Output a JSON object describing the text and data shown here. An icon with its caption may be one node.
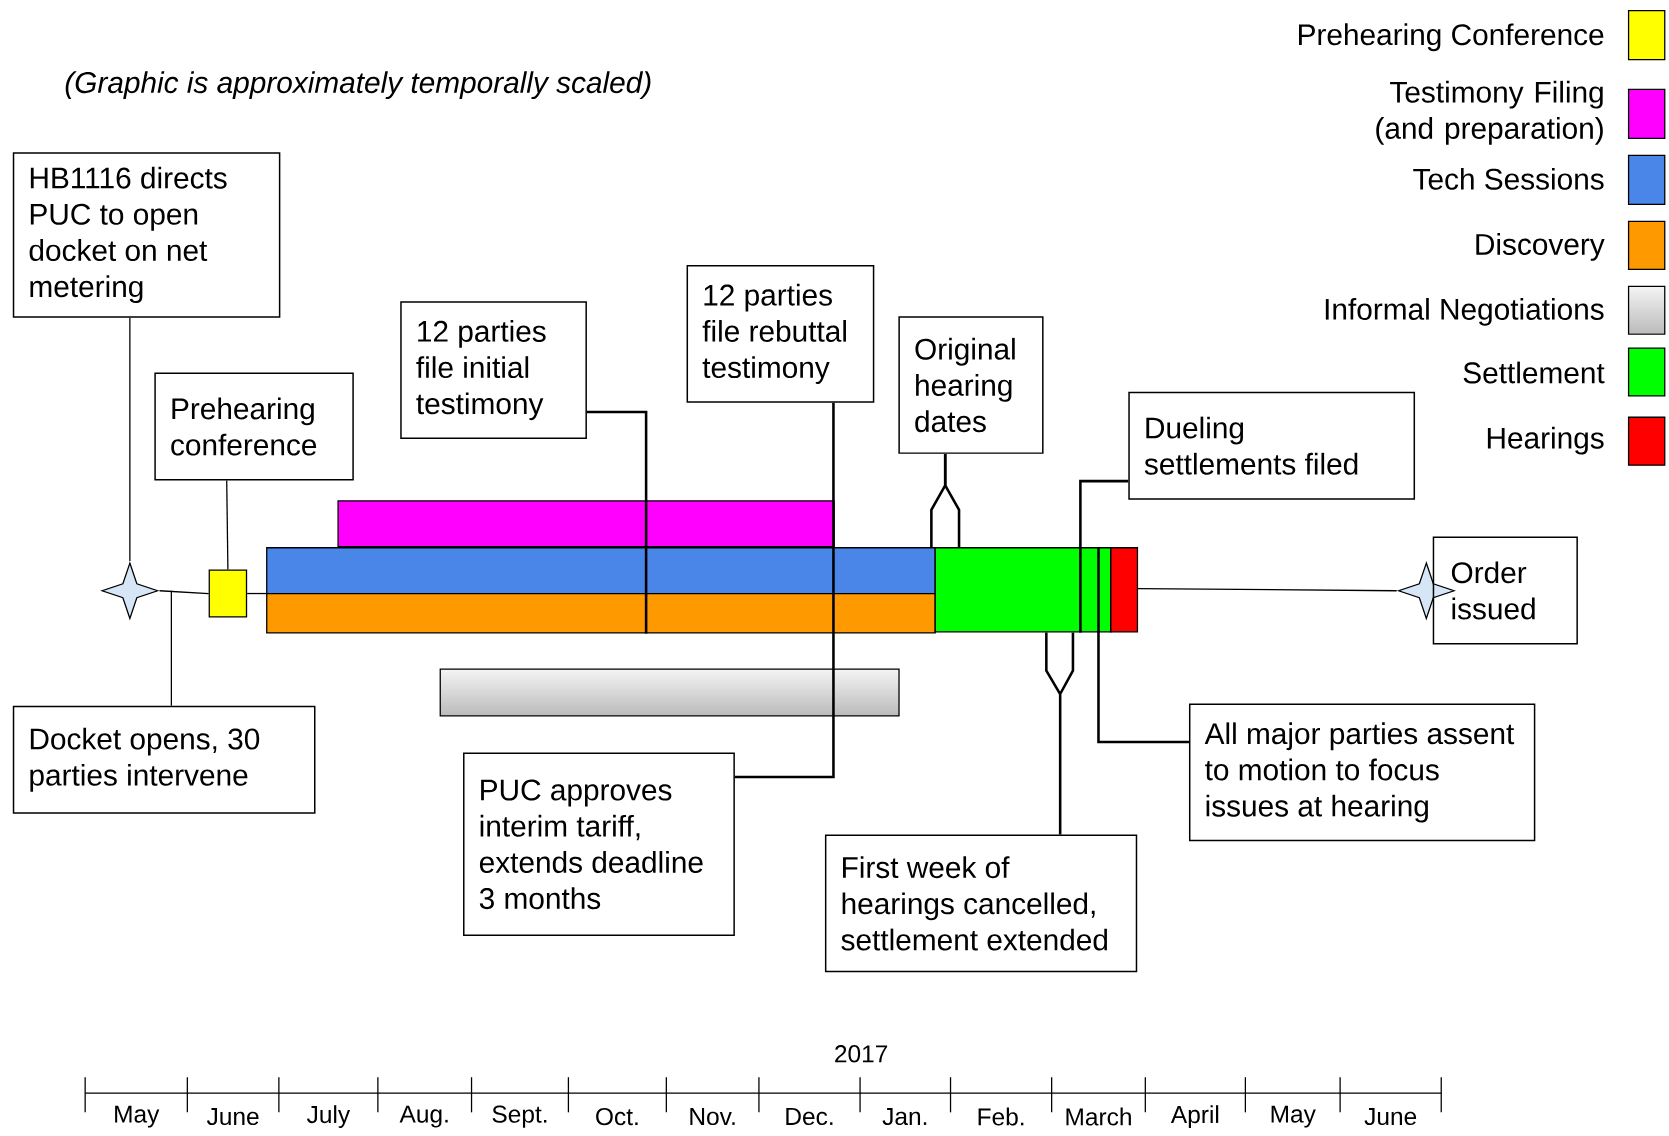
{
  "diagram": {
    "nodes": [
      {
        "text": [
          "HB1116 directs PUC to open docket on net metering"
        ]
      },
      {
        "text": [
          "Prehearing conference"
        ]
      },
      {
        "text": [
          "12 parties file initial testimony"
        ]
      },
      {
        "text": [
          "12 parties file rebuttal testimony"
        ]
      },
      {
        "text": [
          "Original hearing dates"
        ]
      },
      {
        "text": [
          "Dueling settlements filed"
        ]
      },
      {
        "text": [],
        "shape": "star"
      },
      {
        "text": [],
        "shape": "box"
      },
      {
        "text": [],
        "shape": "bar"
      },
      {
        "text": [],
        "shape": "bar"
      },
      {
        "text": [],
        "shape": "bar"
      },
      {
        "text": [],
        "shape": "bar"
      },
      {
        "text": [],
        "shape": "bar"
      },
      {
        "text": [],
        "shape": "star"
      },
      {
        "text": [
          "Order issued"
        ]
      },
      {
        "text": [],
        "shape": "bar"
      },
      {
        "text": [
          "Docket opens, 30 parties intervene"
        ]
      },
      {
        "text": [
          "PUC approves interim tariff, extends deadline 3 months"
        ]
      },
      {
        "text": [
          "First week of hearings cancelled, settlement extended"
        ]
      },
      {
        "text": [
          "All major parties assent to motion to focus issues at hearing"
        ]
      }
    ],
    "edges": [
      {
        "from": 0,
        "to": 6,
        "arrow": "none"
      },
      {
        "from": 16,
        "to": 6,
        "arrow": "none"
      },
      {
        "from": 1,
        "to": 7,
        "arrow": "none"
      },
      {
        "from": 6,
        "to": 7,
        "arrow": "none"
      },
      {
        "from": 7,
        "to": 9,
        "arrow": "none"
      },
      {
        "from": 2,
        "to": 10,
        "arrow": "none"
      },
      {
        "from": 3,
        "to": 17,
        "arrow": "none"
      },
      {
        "from": 4,
        "to": 11,
        "arrow": "none"
      },
      {
        "from": 5,
        "to": 11,
        "arrow": "none"
      },
      {
        "from": 18,
        "to": 11,
        "arrow": "none"
      },
      {
        "from": 19,
        "to": 11,
        "arrow": "none"
      },
      {
        "from": 12,
        "to": 13,
        "arrow": "none"
      },
      {
        "from": 4,
        "to": 9,
        "arrow": "none"
      }
    ],
    "labels": [
      "(Graphic is approximately temporally scaled)",
      "2017",
      "May",
      "June",
      "July",
      "Aug.",
      "Sept.",
      "Oct.",
      "Nov.",
      "Dec.",
      "Jan.",
      "Feb.",
      "March",
      "April",
      "May",
      "June"
    ],
    "legend": [
      {
        "text": "Prehearing Conference",
        "color": "#ffff00"
      },
      {
        "text": "Testimony Filing (and preparation)",
        "color": "#ff00ff"
      },
      {
        "text": "Tech Sessions",
        "color": "#4a86e8"
      },
      {
        "text": "Discovery",
        "color": "#ff9900"
      },
      {
        "text": "Informal Negotiations",
        "color": "#bbbbbb"
      },
      {
        "text": "Settlement",
        "color": "#00ff00"
      },
      {
        "text": "Hearings",
        "color": "#ff0000"
      }
    ]
  }
}
